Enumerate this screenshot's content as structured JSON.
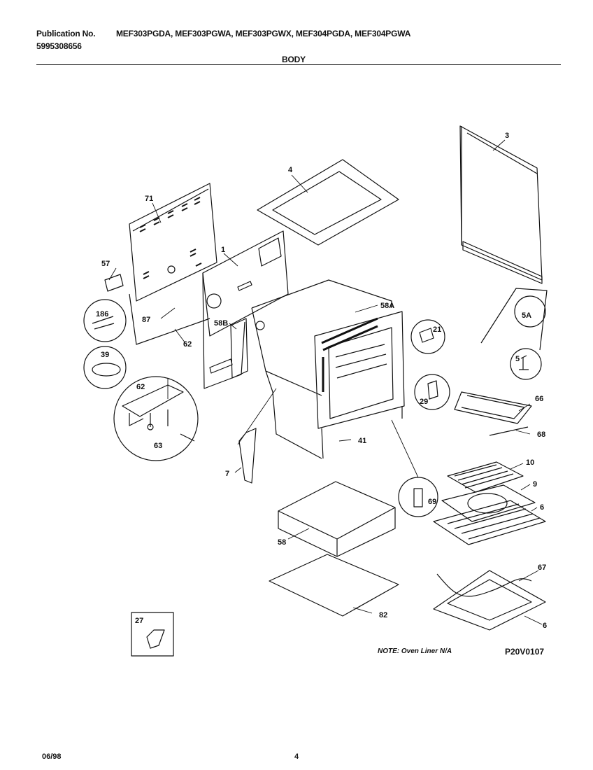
{
  "header": {
    "publication_label": "Publication No.",
    "publication_number": "5995308656",
    "models": "MEF303PGDA, MEF303PGWA, MEF303PGWX, MEF304PGDA, MEF304PGWA",
    "section_title": "BODY"
  },
  "callouts": {
    "c1": "1",
    "c3": "3",
    "c4": "4",
    "c5": "5",
    "c5a": "5A",
    "c6a": "6",
    "c6b": "6",
    "c7": "7",
    "c9": "9",
    "c10": "10",
    "c21": "21",
    "c27": "27",
    "c29": "29",
    "c39": "39",
    "c41": "41",
    "c57": "57",
    "c58": "58",
    "c58a": "58A",
    "c58b": "58B",
    "c62a": "62",
    "c62b": "62",
    "c63": "63",
    "c66": "66",
    "c67": "67",
    "c68": "68",
    "c69": "69",
    "c71": "71",
    "c82": "82",
    "c87": "87",
    "c186": "186"
  },
  "note": "NOTE: Oven Liner N/A",
  "figure_code": "P20V0107",
  "footer": {
    "date": "06/98",
    "page": "4"
  }
}
